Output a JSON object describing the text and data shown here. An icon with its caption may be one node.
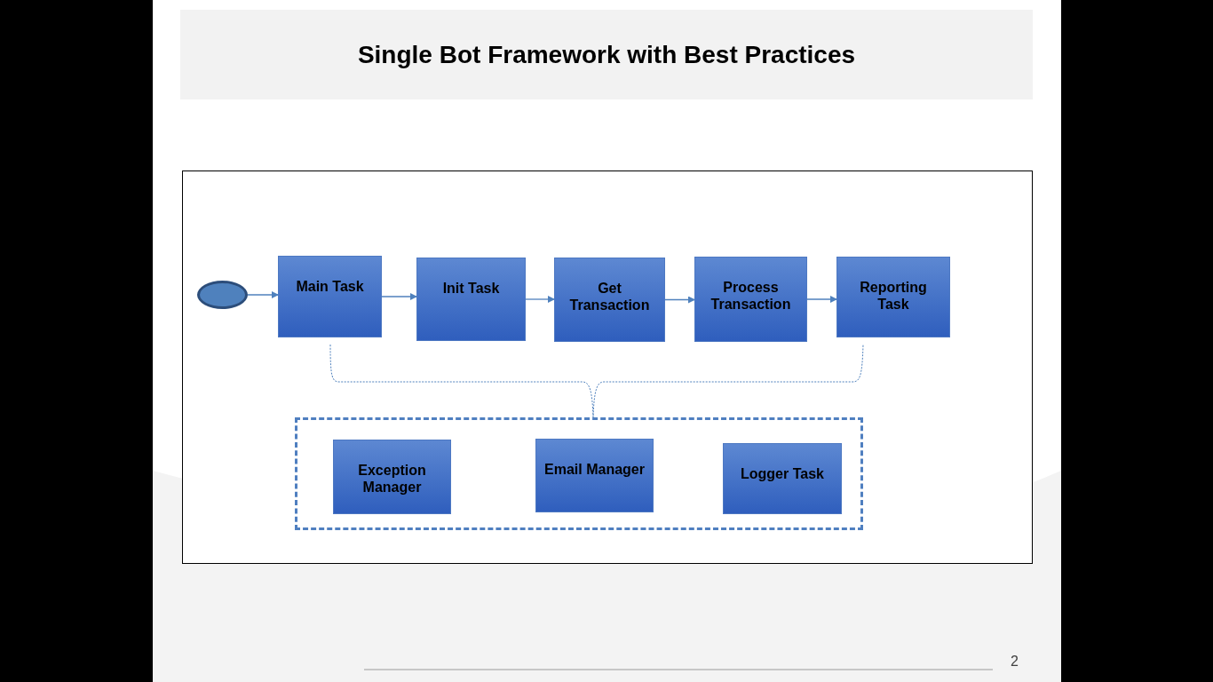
{
  "diagram": {
    "title": "Single Bot Framework with Best Practices",
    "nodes": [
      {
        "text": [],
        "shape": "circle"
      },
      {
        "text": [
          "Main Task"
        ]
      },
      {
        "text": [
          "Init Task"
        ]
      },
      {
        "text": [
          "Get Transaction"
        ]
      },
      {
        "text": [
          "Process Transaction"
        ]
      },
      {
        "text": [
          "Reporting Task"
        ]
      },
      {
        "text": [],
        "shape": "box"
      },
      {
        "text": [
          "Exception Manager"
        ],
        "in": 6
      },
      {
        "text": [
          "Email Manager"
        ],
        "in": 6
      },
      {
        "text": [
          "Logger Task"
        ],
        "in": 6
      }
    ],
    "edges": [
      {
        "from": 0,
        "to": 1,
        "arrow": "to"
      },
      {
        "from": 1,
        "to": 2,
        "arrow": "to"
      },
      {
        "from": 2,
        "to": 3,
        "arrow": "to"
      },
      {
        "from": 3,
        "to": 4,
        "arrow": "to"
      },
      {
        "from": 4,
        "to": 5,
        "arrow": "to"
      }
    ],
    "labels": [
      "2"
    ]
  }
}
